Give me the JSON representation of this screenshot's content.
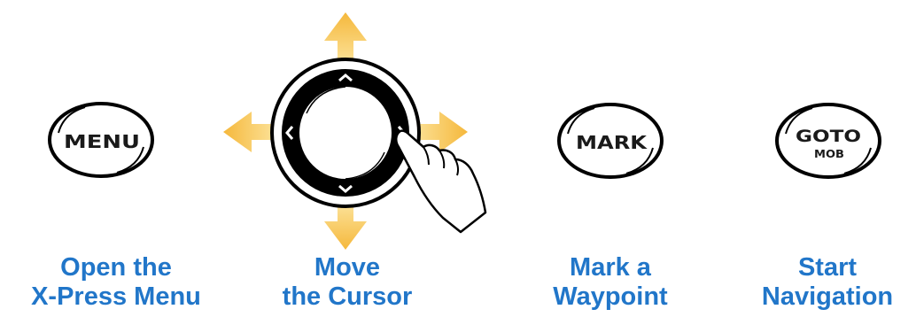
{
  "colors": {
    "caption": "#2176c9",
    "arrow_light": "#fde7a3",
    "arrow_dark": "#f5b83c",
    "outline": "#000000"
  },
  "icons": [
    "menu-key-icon",
    "cursor-dial-icon",
    "pointing-hand-icon",
    "direction-arrows-icon",
    "mark-key-icon",
    "goto-mob-key-icon"
  ],
  "keys": {
    "menu": "MENU",
    "mark": "MARK",
    "goto": "GOTO",
    "mob": "MOB"
  },
  "captions": [
    {
      "line1": "Open the",
      "line2": "X-Press Menu"
    },
    {
      "line1": "Move",
      "line2": "the Cursor"
    },
    {
      "line1": "Mark a",
      "line2": "Waypoint"
    },
    {
      "line1": "Start",
      "line2": "Navigation"
    }
  ]
}
